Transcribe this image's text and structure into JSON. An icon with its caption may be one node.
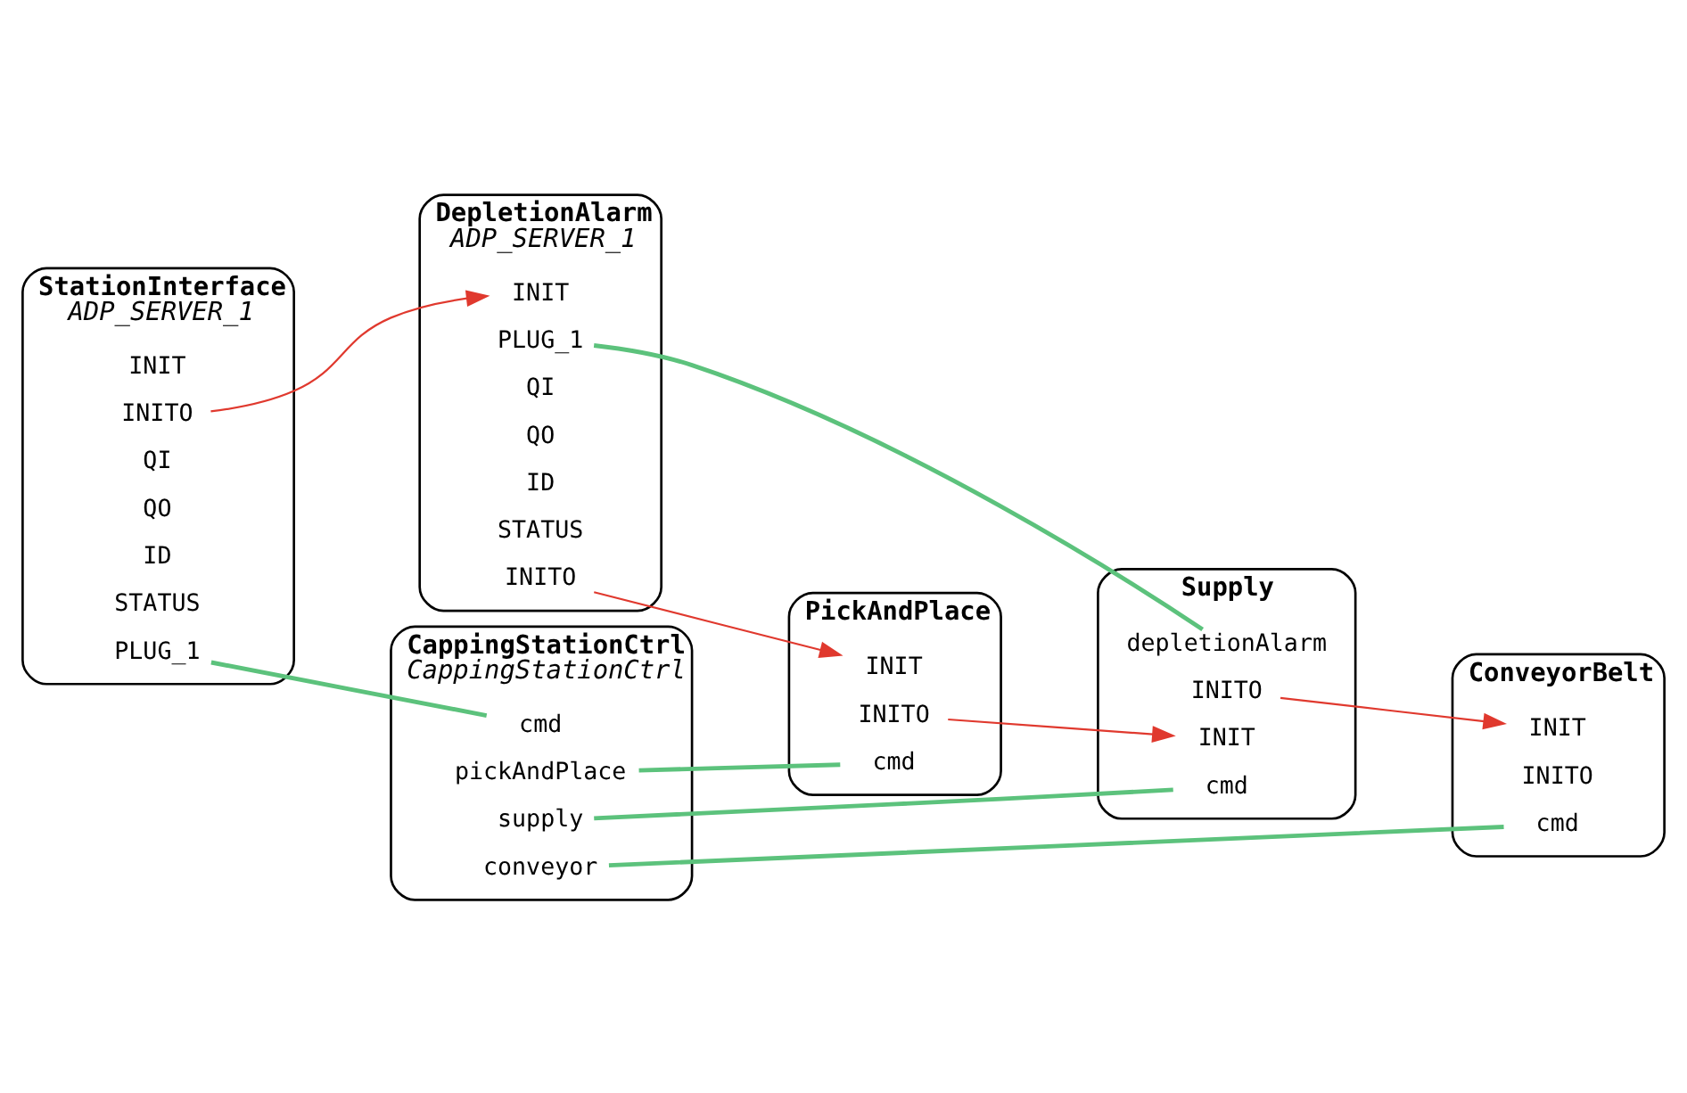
{
  "diagram": {
    "nodes": [
      {
        "text": [
          "StationInterface",
          "ADP_SERVER_1"
        ]
      },
      {
        "text": [
          "INIT"
        ],
        "in": 0
      },
      {
        "text": [
          "INITO"
        ],
        "in": 0
      },
      {
        "text": [
          "QI"
        ],
        "in": 0
      },
      {
        "text": [
          "QO"
        ],
        "in": 0
      },
      {
        "text": [
          "ID"
        ],
        "in": 0
      },
      {
        "text": [
          "STATUS"
        ],
        "in": 0
      },
      {
        "text": [
          "PLUG_1"
        ],
        "in": 0
      },
      {
        "text": [
          "PickAndPlace"
        ]
      },
      {
        "text": [
          "INIT"
        ],
        "in": 8
      },
      {
        "text": [
          "INITO"
        ],
        "in": 8
      },
      {
        "text": [
          "cmd"
        ],
        "in": 8
      },
      {
        "text": [
          "CappingStationCtrl",
          "CappingStationCtrl"
        ]
      },
      {
        "text": [
          "cmd"
        ],
        "in": 12
      },
      {
        "text": [
          "pickAndPlace"
        ],
        "in": 12
      },
      {
        "text": [
          "supply"
        ],
        "in": 12
      },
      {
        "text": [
          "conveyor"
        ],
        "in": 12
      },
      {
        "text": [
          "Supply"
        ]
      },
      {
        "text": [
          "INIT"
        ],
        "in": 17
      },
      {
        "text": [
          "INITO"
        ],
        "in": 17
      },
      {
        "text": [
          "cmd"
        ],
        "in": 17
      },
      {
        "text": [
          "depletionAlarm"
        ],
        "in": 17
      },
      {
        "text": [
          "DepletionAlarm",
          "ADP_SERVER_1"
        ]
      },
      {
        "text": [
          "INIT"
        ],
        "in": 22
      },
      {
        "text": [
          "INITO"
        ],
        "in": 22
      },
      {
        "text": [
          "QI"
        ],
        "in": 22
      },
      {
        "text": [
          "QO"
        ],
        "in": 22
      },
      {
        "text": [
          "ID"
        ],
        "in": 22
      },
      {
        "text": [
          "STATUS"
        ],
        "in": 22
      },
      {
        "text": [
          "PLUG_1"
        ],
        "in": 22
      },
      {
        "text": [
          "ConveyorBelt"
        ]
      },
      {
        "text": [
          "INIT"
        ],
        "in": 30
      },
      {
        "text": [
          "INITO"
        ],
        "in": 30
      },
      {
        "text": [
          "cmd"
        ],
        "in": 30
      }
    ],
    "edges": [
      {
        "from": 2,
        "to": 23,
        "arrow": "to",
        "color": "#e0392e"
      },
      {
        "from": 24,
        "to": 9,
        "arrow": "to",
        "color": "#e0392e"
      },
      {
        "from": 10,
        "to": 18,
        "arrow": "to",
        "color": "#e0392e"
      },
      {
        "from": 19,
        "to": 31,
        "arrow": "to",
        "color": "#e0392e"
      },
      {
        "from": 7,
        "to": 13,
        "arrow": "none",
        "color": "#5cc27c"
      },
      {
        "from": 14,
        "to": 11,
        "arrow": "none",
        "color": "#5cc27c"
      },
      {
        "from": 15,
        "to": 20,
        "arrow": "none",
        "color": "#5cc27c"
      },
      {
        "from": 16,
        "to": 33,
        "arrow": "none",
        "color": "#5cc27c"
      },
      {
        "from": 29,
        "to": 21,
        "arrow": "none",
        "color": "#5cc27c"
      }
    ]
  }
}
